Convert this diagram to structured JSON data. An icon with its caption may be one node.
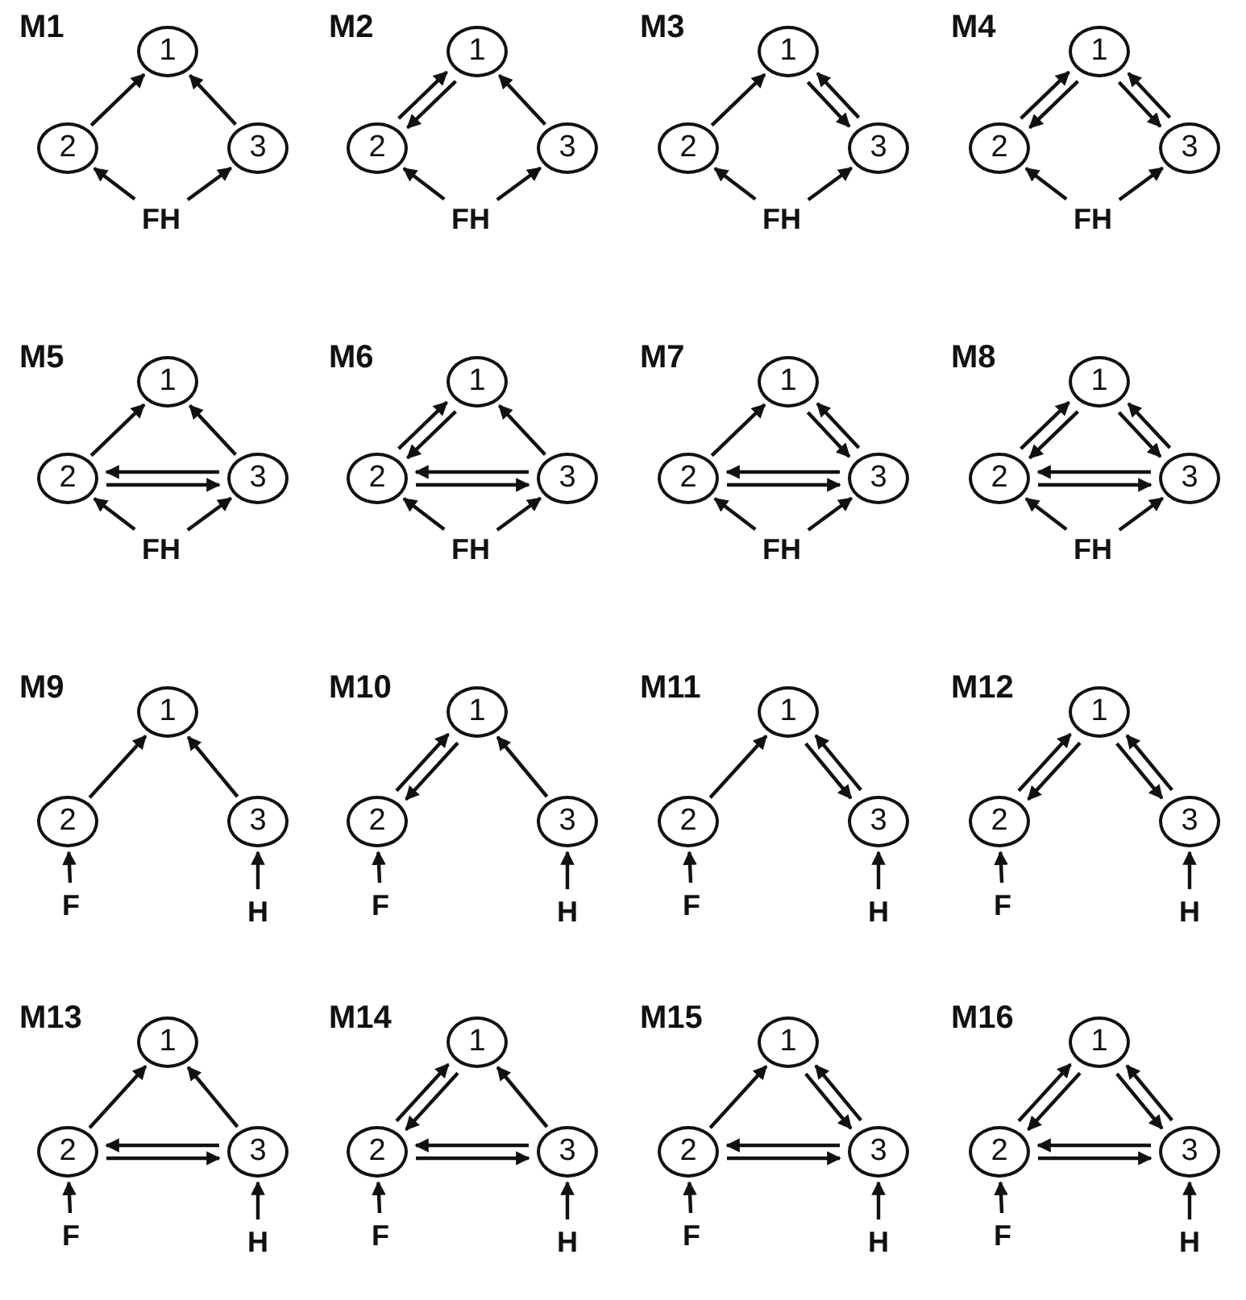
{
  "diagram": {
    "nodes": [
      {
        "text": [
          "1"
        ]
      },
      {
        "text": [
          "2"
        ]
      },
      {
        "text": [
          "3"
        ]
      },
      {
        "text": [
          "FH"
        ]
      },
      {
        "text": [
          "1"
        ]
      },
      {
        "text": [
          "2"
        ]
      },
      {
        "text": [
          "3"
        ]
      },
      {
        "text": [
          "FH"
        ]
      },
      {
        "text": [
          "1"
        ]
      },
      {
        "text": [
          "2"
        ]
      },
      {
        "text": [
          "3"
        ]
      },
      {
        "text": [
          "FH"
        ]
      },
      {
        "text": [
          "1"
        ]
      },
      {
        "text": [
          "2"
        ]
      },
      {
        "text": [
          "3"
        ]
      },
      {
        "text": [
          "FH"
        ]
      },
      {
        "text": [
          "1"
        ]
      },
      {
        "text": [
          "2"
        ]
      },
      {
        "text": [
          "3"
        ]
      },
      {
        "text": [
          "FH"
        ]
      },
      {
        "text": [
          "1"
        ]
      },
      {
        "text": [
          "2"
        ]
      },
      {
        "text": [
          "3"
        ]
      },
      {
        "text": [
          "FH"
        ]
      },
      {
        "text": [
          "1"
        ]
      },
      {
        "text": [
          "2"
        ]
      },
      {
        "text": [
          "3"
        ]
      },
      {
        "text": [
          "FH"
        ]
      },
      {
        "text": [
          "1"
        ]
      },
      {
        "text": [
          "2"
        ]
      },
      {
        "text": [
          "3"
        ]
      },
      {
        "text": [
          "FH"
        ]
      },
      {
        "text": [
          "1"
        ]
      },
      {
        "text": [
          "2"
        ]
      },
      {
        "text": [
          "3"
        ]
      },
      {
        "text": [
          "F"
        ]
      },
      {
        "text": [
          "H"
        ]
      },
      {
        "text": [
          "1"
        ]
      },
      {
        "text": [
          "2"
        ]
      },
      {
        "text": [
          "3"
        ]
      },
      {
        "text": [
          "F"
        ]
      },
      {
        "text": [
          "H"
        ]
      },
      {
        "text": [
          "1"
        ]
      },
      {
        "text": [
          "2"
        ]
      },
      {
        "text": [
          "3"
        ]
      },
      {
        "text": [
          "F"
        ]
      },
      {
        "text": [
          "H"
        ]
      },
      {
        "text": [
          "1"
        ]
      },
      {
        "text": [
          "2"
        ]
      },
      {
        "text": [
          "3"
        ]
      },
      {
        "text": [
          "F"
        ]
      },
      {
        "text": [
          "H"
        ]
      },
      {
        "text": [
          "1"
        ]
      },
      {
        "text": [
          "2"
        ]
      },
      {
        "text": [
          "3"
        ]
      },
      {
        "text": [
          "F"
        ]
      },
      {
        "text": [
          "H"
        ]
      },
      {
        "text": [
          "1"
        ]
      },
      {
        "text": [
          "2"
        ]
      },
      {
        "text": [
          "3"
        ]
      },
      {
        "text": [
          "F"
        ]
      },
      {
        "text": [
          "H"
        ]
      },
      {
        "text": [
          "1"
        ]
      },
      {
        "text": [
          "2"
        ]
      },
      {
        "text": [
          "3"
        ]
      },
      {
        "text": [
          "F"
        ]
      },
      {
        "text": [
          "H"
        ]
      },
      {
        "text": [
          "1"
        ]
      },
      {
        "text": [
          "2"
        ]
      },
      {
        "text": [
          "3"
        ]
      },
      {
        "text": [
          "F"
        ]
      },
      {
        "text": [
          "H"
        ]
      }
    ],
    "edges": [
      {
        "from": 1,
        "to": 0,
        "arrow": "to"
      },
      {
        "from": 2,
        "to": 0,
        "arrow": "to"
      },
      {
        "from": 3,
        "to": 1,
        "arrow": "to"
      },
      {
        "from": 3,
        "to": 2,
        "arrow": "to"
      },
      {
        "from": 5,
        "to": 4,
        "arrow": "to"
      },
      {
        "from": 4,
        "to": 5,
        "arrow": "to"
      },
      {
        "from": 6,
        "to": 4,
        "arrow": "to"
      },
      {
        "from": 7,
        "to": 5,
        "arrow": "to"
      },
      {
        "from": 7,
        "to": 6,
        "arrow": "to"
      },
      {
        "from": 9,
        "to": 8,
        "arrow": "to"
      },
      {
        "from": 10,
        "to": 8,
        "arrow": "to"
      },
      {
        "from": 8,
        "to": 10,
        "arrow": "to"
      },
      {
        "from": 11,
        "to": 9,
        "arrow": "to"
      },
      {
        "from": 11,
        "to": 10,
        "arrow": "to"
      },
      {
        "from": 13,
        "to": 12,
        "arrow": "to"
      },
      {
        "from": 12,
        "to": 13,
        "arrow": "to"
      },
      {
        "from": 14,
        "to": 12,
        "arrow": "to"
      },
      {
        "from": 12,
        "to": 14,
        "arrow": "to"
      },
      {
        "from": 15,
        "to": 13,
        "arrow": "to"
      },
      {
        "from": 15,
        "to": 14,
        "arrow": "to"
      },
      {
        "from": 17,
        "to": 16,
        "arrow": "to"
      },
      {
        "from": 18,
        "to": 16,
        "arrow": "to"
      },
      {
        "from": 18,
        "to": 17,
        "arrow": "to"
      },
      {
        "from": 17,
        "to": 18,
        "arrow": "to"
      },
      {
        "from": 19,
        "to": 17,
        "arrow": "to"
      },
      {
        "from": 19,
        "to": 18,
        "arrow": "to"
      },
      {
        "from": 21,
        "to": 20,
        "arrow": "to"
      },
      {
        "from": 20,
        "to": 21,
        "arrow": "to"
      },
      {
        "from": 22,
        "to": 20,
        "arrow": "to"
      },
      {
        "from": 22,
        "to": 21,
        "arrow": "to"
      },
      {
        "from": 21,
        "to": 22,
        "arrow": "to"
      },
      {
        "from": 23,
        "to": 21,
        "arrow": "to"
      },
      {
        "from": 23,
        "to": 22,
        "arrow": "to"
      },
      {
        "from": 25,
        "to": 24,
        "arrow": "to"
      },
      {
        "from": 26,
        "to": 24,
        "arrow": "to"
      },
      {
        "from": 24,
        "to": 26,
        "arrow": "to"
      },
      {
        "from": 26,
        "to": 25,
        "arrow": "to"
      },
      {
        "from": 25,
        "to": 26,
        "arrow": "to"
      },
      {
        "from": 27,
        "to": 25,
        "arrow": "to"
      },
      {
        "from": 27,
        "to": 26,
        "arrow": "to"
      },
      {
        "from": 29,
        "to": 28,
        "arrow": "to"
      },
      {
        "from": 28,
        "to": 29,
        "arrow": "to"
      },
      {
        "from": 30,
        "to": 28,
        "arrow": "to"
      },
      {
        "from": 28,
        "to": 30,
        "arrow": "to"
      },
      {
        "from": 30,
        "to": 29,
        "arrow": "to"
      },
      {
        "from": 29,
        "to": 30,
        "arrow": "to"
      },
      {
        "from": 31,
        "to": 29,
        "arrow": "to"
      },
      {
        "from": 31,
        "to": 30,
        "arrow": "to"
      },
      {
        "from": 33,
        "to": 32,
        "arrow": "to"
      },
      {
        "from": 34,
        "to": 32,
        "arrow": "to"
      },
      {
        "from": 35,
        "to": 33,
        "arrow": "to"
      },
      {
        "from": 36,
        "to": 34,
        "arrow": "to"
      },
      {
        "from": 38,
        "to": 37,
        "arrow": "to"
      },
      {
        "from": 37,
        "to": 38,
        "arrow": "to"
      },
      {
        "from": 39,
        "to": 37,
        "arrow": "to"
      },
      {
        "from": 40,
        "to": 38,
        "arrow": "to"
      },
      {
        "from": 41,
        "to": 39,
        "arrow": "to"
      },
      {
        "from": 43,
        "to": 42,
        "arrow": "to"
      },
      {
        "from": 44,
        "to": 42,
        "arrow": "to"
      },
      {
        "from": 42,
        "to": 44,
        "arrow": "to"
      },
      {
        "from": 45,
        "to": 43,
        "arrow": "to"
      },
      {
        "from": 46,
        "to": 44,
        "arrow": "to"
      },
      {
        "from": 48,
        "to": 47,
        "arrow": "to"
      },
      {
        "from": 47,
        "to": 48,
        "arrow": "to"
      },
      {
        "from": 49,
        "to": 47,
        "arrow": "to"
      },
      {
        "from": 47,
        "to": 49,
        "arrow": "to"
      },
      {
        "from": 50,
        "to": 48,
        "arrow": "to"
      },
      {
        "from": 51,
        "to": 49,
        "arrow": "to"
      },
      {
        "from": 53,
        "to": 52,
        "arrow": "to"
      },
      {
        "from": 54,
        "to": 52,
        "arrow": "to"
      },
      {
        "from": 54,
        "to": 53,
        "arrow": "to"
      },
      {
        "from": 53,
        "to": 54,
        "arrow": "to"
      },
      {
        "from": 55,
        "to": 53,
        "arrow": "to"
      },
      {
        "from": 56,
        "to": 54,
        "arrow": "to"
      },
      {
        "from": 58,
        "to": 57,
        "arrow": "to"
      },
      {
        "from": 57,
        "to": 58,
        "arrow": "to"
      },
      {
        "from": 59,
        "to": 57,
        "arrow": "to"
      },
      {
        "from": 59,
        "to": 58,
        "arrow": "to"
      },
      {
        "from": 58,
        "to": 59,
        "arrow": "to"
      },
      {
        "from": 60,
        "to": 58,
        "arrow": "to"
      },
      {
        "from": 61,
        "to": 59,
        "arrow": "to"
      },
      {
        "from": 63,
        "to": 62,
        "arrow": "to"
      },
      {
        "from": 64,
        "to": 62,
        "arrow": "to"
      },
      {
        "from": 62,
        "to": 64,
        "arrow": "to"
      },
      {
        "from": 64,
        "to": 63,
        "arrow": "to"
      },
      {
        "from": 63,
        "to": 64,
        "arrow": "to"
      },
      {
        "from": 65,
        "to": 63,
        "arrow": "to"
      },
      {
        "from": 66,
        "to": 64,
        "arrow": "to"
      },
      {
        "from": 68,
        "to": 67,
        "arrow": "to"
      },
      {
        "from": 67,
        "to": 68,
        "arrow": "to"
      },
      {
        "from": 69,
        "to": 67,
        "arrow": "to"
      },
      {
        "from": 67,
        "to": 69,
        "arrow": "to"
      },
      {
        "from": 69,
        "to": 68,
        "arrow": "to"
      },
      {
        "from": 68,
        "to": 69,
        "arrow": "to"
      },
      {
        "from": 70,
        "to": 68,
        "arrow": "to"
      },
      {
        "from": 71,
        "to": 69,
        "arrow": "to"
      }
    ],
    "labels": [
      "M1",
      "M2",
      "M3",
      "M4",
      "M5",
      "M6",
      "M7",
      "M8",
      "M9",
      "M10",
      "M11",
      "M12",
      "M13",
      "M14",
      "M15",
      "M16"
    ]
  }
}
